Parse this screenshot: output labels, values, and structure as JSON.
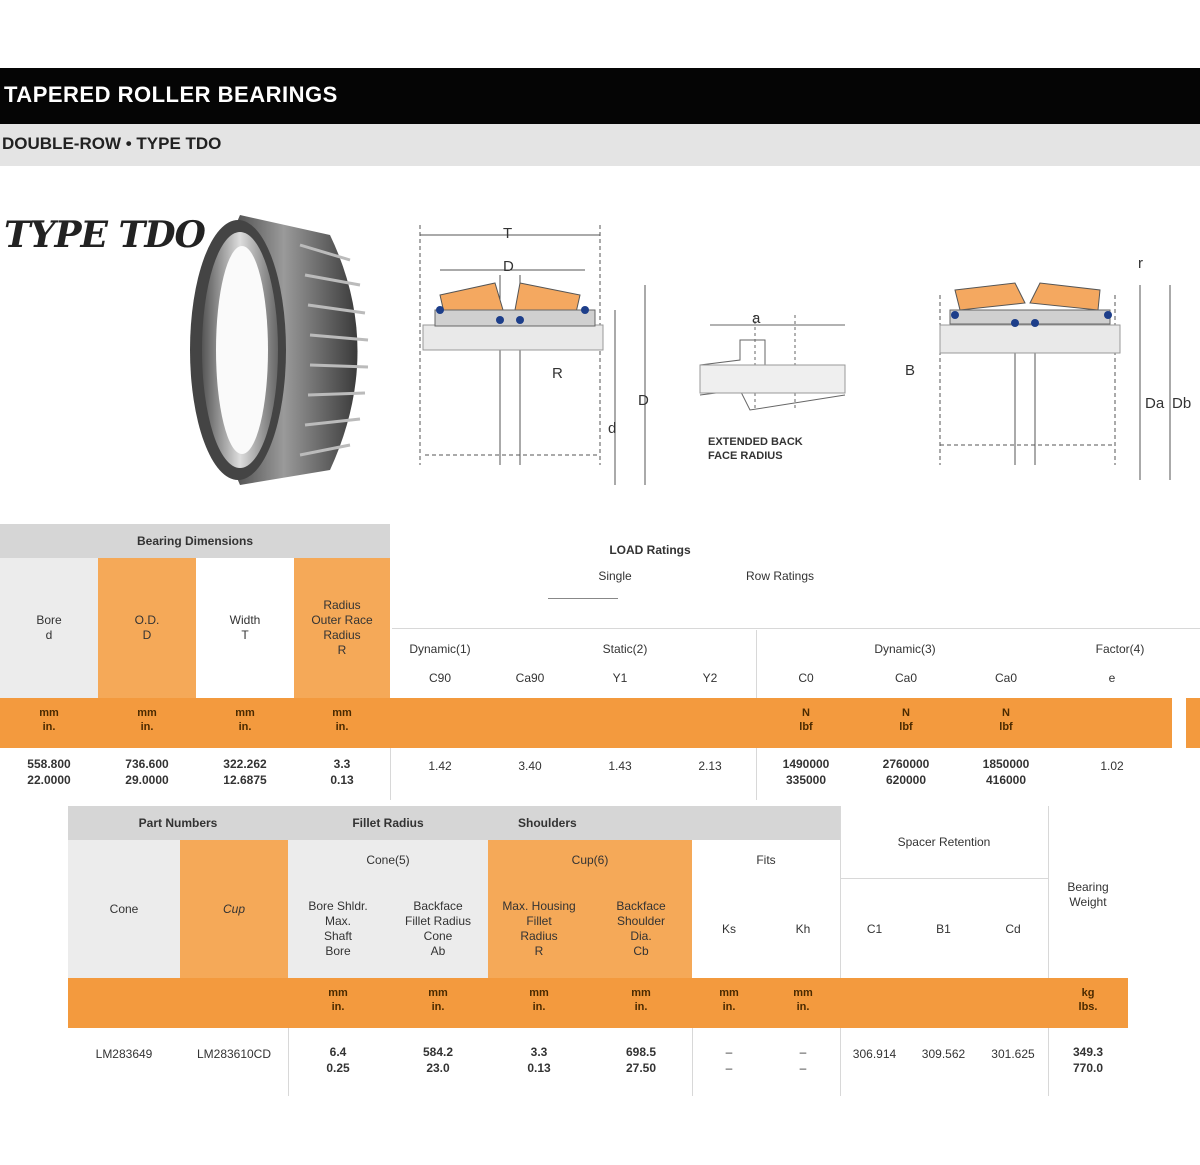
{
  "header": {
    "title": "TAPERED ROLLER BEARINGS",
    "subtitle": "DOUBLE-ROW • TYPE TDO"
  },
  "type_label": "TYPE TDO",
  "diagram": {
    "left_labels": {
      "T": "T",
      "D": "D",
      "R": "R",
      "d": "d",
      "D_outer": "D"
    },
    "mid_labels": {
      "a": "a",
      "note": "EXTENDED BACK\nFACE RADIUS"
    },
    "right_labels": {
      "r": "r",
      "B": "B",
      "Da": "Da",
      "Db": "Db"
    }
  },
  "table1": {
    "group_header": "Bearing Dimensions",
    "cols": [
      {
        "label": "Bore\nd"
      },
      {
        "label": "O.D.\nD"
      },
      {
        "label": "Width\nT"
      },
      {
        "label": "Radius\nOuter Race\nRadius\nR"
      }
    ],
    "load_group": "LOAD Ratings",
    "load_sub1": "Single",
    "load_sub2": "Row Ratings",
    "dynamic1": "Dynamic(1)",
    "dynamic2": "Static(2)",
    "dynamic3": "Dynamic(3)",
    "dynamic4": "Factor(4)",
    "sub_cols": [
      "C90",
      "Ca90",
      "Y1",
      "Y2",
      "C0",
      "Ca0",
      "Ca0",
      "e"
    ],
    "units": [
      "mm\nin.",
      "mm\nin.",
      "mm\nin.",
      "mm\nin.",
      "N\nlbf",
      "N\nlbf",
      "N\nlbf"
    ],
    "row": {
      "bore": "558.800\n22.0000",
      "od": "736.600\n29.0000",
      "width": "322.262\n12.6875",
      "radius": "3.3\n0.13",
      "c90": "1.42",
      "ca90": "3.40",
      "y1": "1.43",
      "y2": "2.13",
      "c0": "1490000\n335000",
      "ca0a": "2760000\n620000",
      "ca0b": "1850000\n416000",
      "e": "1.02"
    }
  },
  "table2": {
    "part_header": "Part Numbers",
    "fillet_header": "Fillet Radius",
    "shoulder_header": "Shoulders",
    "cone_label": "Cone",
    "cup_label": "Cup",
    "sub_cone": "Cone(5)",
    "sub_cup": "Cup(6)",
    "sub_fix": "Fits",
    "cone_bore": "Bore Shldr.\nMax.\nShaft\nBore",
    "cone_fillet": "Backface\nFillet Radius\nCone\nAb",
    "cup_bore": "Max. Housing\nFillet\nRadius\nR",
    "cup_fillet": "Backface\nShoulder\nDia.\nCb",
    "fits": [
      "Ks",
      "Kh"
    ],
    "spacer": "Spacer Retention",
    "spacer_cols": [
      "C1",
      "B1",
      "Cd"
    ],
    "weight_label": "Bearing\nWeight",
    "units": [
      "mm\nin.",
      "mm\nin.",
      "mm\nin.",
      "mm\nin.",
      "mm\nin.",
      "mm\nin.",
      "kg\nlbs."
    ],
    "row": {
      "cone": "LM283649",
      "cup": "LM283610CD",
      "v1": "6.4\n0.25",
      "v2": "584.2\n23.0",
      "v3": "3.3\n0.13",
      "v4": "698.5\n27.50",
      "ks": "–\n–",
      "kh": "–\n–",
      "c1": "306.914",
      "b1": "309.562",
      "cd": "301.625",
      "weight": "349.3\n770.0"
    }
  }
}
